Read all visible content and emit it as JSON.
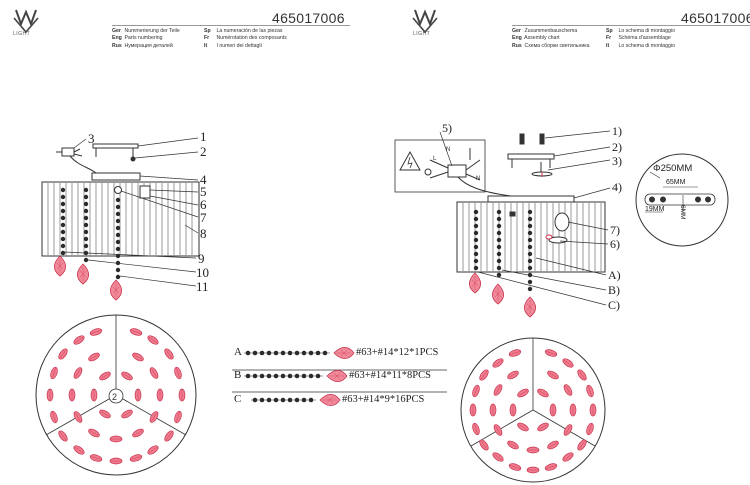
{
  "header": {
    "product_code": "465017006",
    "logo_text": "LIGHT",
    "left_langs": {
      "col1": [
        {
          "code": "Ger",
          "text": "Nummerierung der Teile"
        },
        {
          "code": "Eng",
          "text": "Parts numbering"
        },
        {
          "code": "Rus",
          "text": "Нумерация деталей"
        }
      ],
      "col2": [
        {
          "code": "Sp",
          "text": "La numeración de las piezas"
        },
        {
          "code": "Fr",
          "text": "Numérotation des composants"
        },
        {
          "code": "It",
          "text": "I numeri dei dettagli"
        }
      ]
    },
    "right_langs": {
      "col1": [
        {
          "code": "Ger",
          "text": "Zusammenbauschema"
        },
        {
          "code": "Eng",
          "text": "Assembly chart"
        },
        {
          "code": "Rus",
          "text": "Схема сборки светильника"
        }
      ],
      "col2": [
        {
          "code": "Sp",
          "text": "Lo schema di montaggio"
        },
        {
          "code": "Fr",
          "text": "Schéma d'assemblage"
        },
        {
          "code": "It",
          "text": "Lo schema di montaggio"
        }
      ]
    }
  },
  "parts_labels": [
    "1",
    "2",
    "3",
    "4",
    "5",
    "6",
    "7",
    "8",
    "9",
    "10",
    "11"
  ],
  "assembly_labels": [
    "1)",
    "2)",
    "3)",
    "4)",
    "5)",
    "6)",
    "7)",
    "A)",
    "B)",
    "C)"
  ],
  "chains": [
    {
      "letter": "A",
      "spec": "#63+#14*12*1PCS"
    },
    {
      "letter": "B",
      "spec": "#63+#14*11*8PCS"
    },
    {
      "letter": "C",
      "spec": "#63+#14*9*16PCS"
    }
  ],
  "dimensions": {
    "diameter": "Φ250MM",
    "width": "65MM",
    "height": "19MM",
    "depth": "6MM"
  },
  "colors": {
    "line": "#333333",
    "crystal": "#e8506a",
    "bead": "#2a2a2a"
  }
}
